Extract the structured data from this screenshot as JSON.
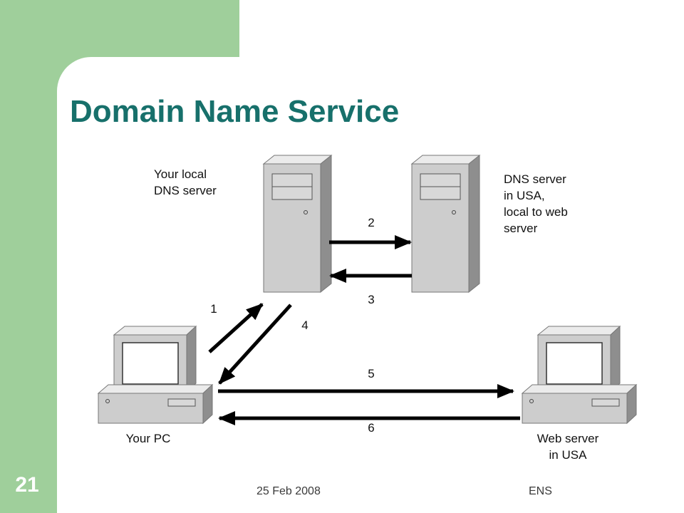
{
  "slide": {
    "title": "Domain Name Service",
    "number": "21",
    "footer_date": "25 Feb 2008",
    "footer_right": "ENS",
    "accent_color": "#17706b",
    "sidebar_color": "#9fcf9b"
  },
  "diagram": {
    "nodes": {
      "local_dns": {
        "label_line1": "Your local",
        "label_line2": "DNS server",
        "icon": "server-tower-icon"
      },
      "usa_dns": {
        "label_line1": "DNS server",
        "label_line2": "in USA,",
        "label_line3": "local to web",
        "label_line4": "server",
        "icon": "server-tower-icon"
      },
      "your_pc": {
        "label": "Your PC",
        "icon": "desktop-pc-icon"
      },
      "web_server": {
        "label_line1": "Web server",
        "label_line2": "in USA",
        "icon": "desktop-pc-icon"
      }
    },
    "steps": [
      "1",
      "2",
      "3",
      "4",
      "5",
      "6"
    ]
  }
}
